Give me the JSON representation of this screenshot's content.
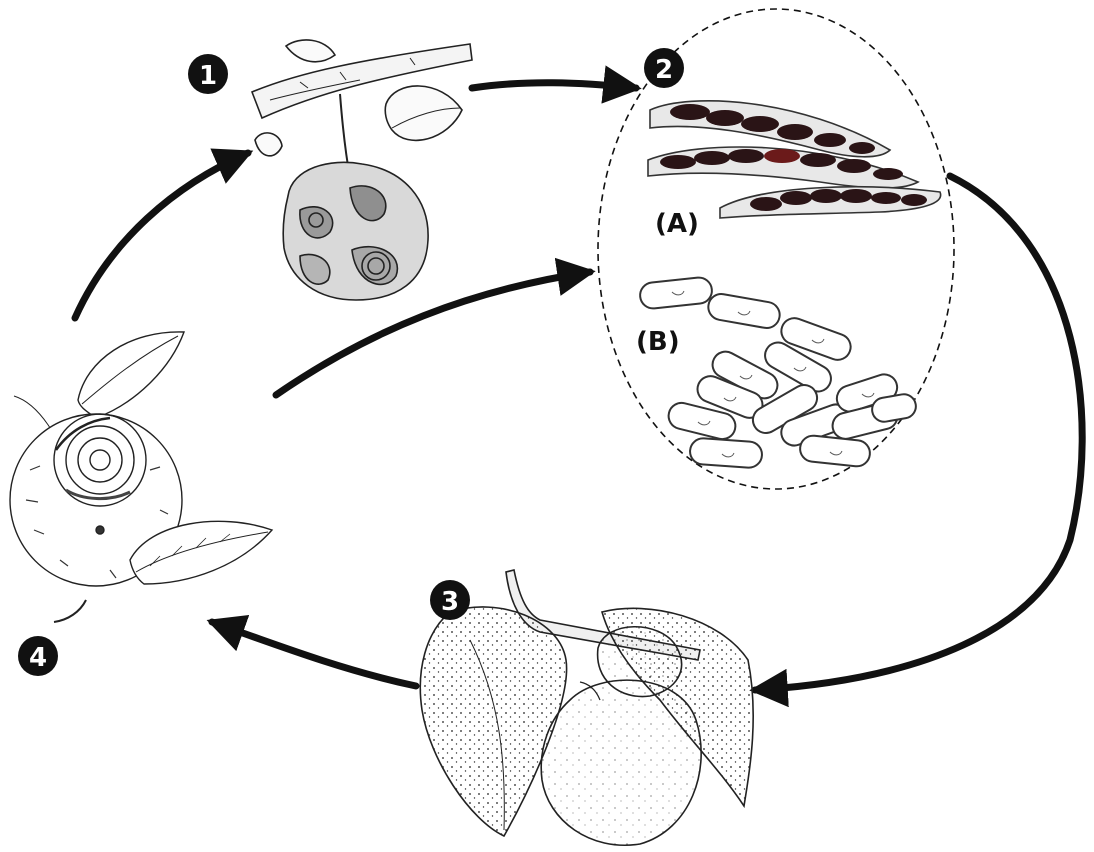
{
  "stages": [
    {
      "id": "1",
      "number": "1"
    },
    {
      "id": "2",
      "number": "2"
    },
    {
      "id": "3",
      "number": "3"
    },
    {
      "id": "4",
      "number": "4"
    }
  ],
  "spore_labels": {
    "asci": "(A)",
    "conidia": "(B)"
  },
  "colors": {
    "ink": "#111111",
    "ascospore": "#2a1416",
    "background": "#ffffff"
  }
}
